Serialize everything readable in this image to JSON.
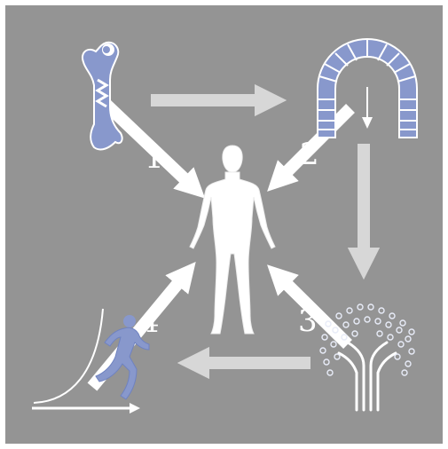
{
  "colors": {
    "background": "#949494",
    "arrow_light": "#d7d7d7",
    "arrow_white": "#ffffff",
    "accent_blue": "#8898cc",
    "accent_blue_dark": "#6f82c0"
  },
  "icons": {
    "bone": "femur-bone-icon",
    "arch": "stone-arch-icon",
    "tree": "branching-tree-icon",
    "runner": "sprinting-runner-icon",
    "body": "human-body-icon"
  },
  "labels": {
    "n1": "1",
    "n2": "2",
    "n3": "3",
    "n4": "4"
  }
}
